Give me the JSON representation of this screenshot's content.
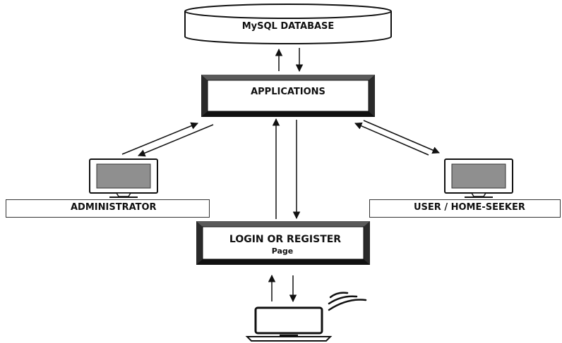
{
  "database": {
    "label": "MySQL DATABASE"
  },
  "applications": {
    "label": "APPLICATIONS"
  },
  "login": {
    "line1": "LOGIN OR REGISTER",
    "line2": "Page"
  },
  "administrator": {
    "label": "ADMINISTRATOR"
  },
  "user": {
    "label": "USER / HOME-SEEKER"
  },
  "icons": {
    "admin_computer": "monitor-icon",
    "user_computer": "monitor-icon",
    "client_device": "laptop-icon",
    "wireless": "wifi-icon"
  },
  "colors": {
    "line": "#111111",
    "box_border": "#111111",
    "screen_fill": "#8f8f8f",
    "bevel_dark": "#2a2a2a",
    "bevel_light": "#d8d8d8"
  }
}
